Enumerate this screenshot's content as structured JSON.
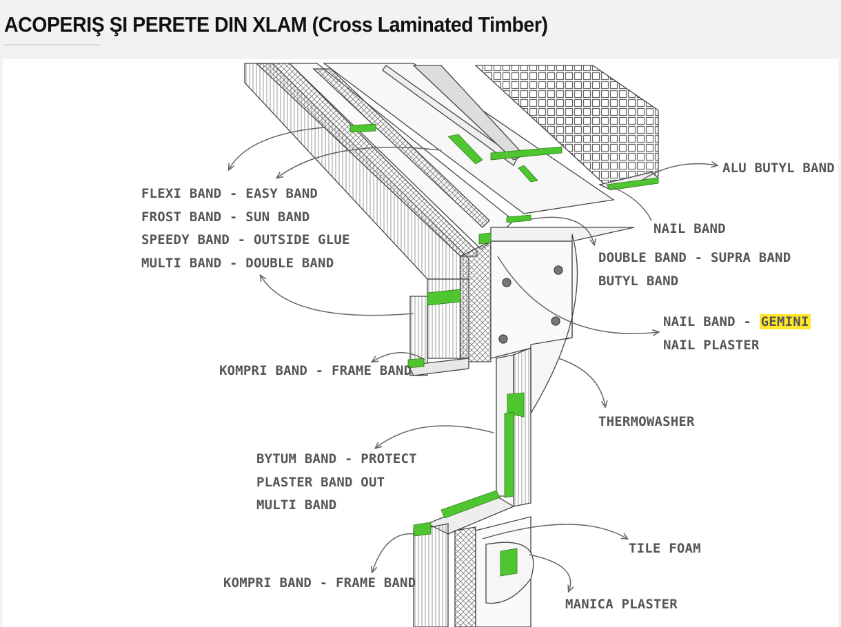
{
  "title": "ACOPERIŞ ŞI PERETE DIN XLAM (Cross Laminated Timber)",
  "labels": {
    "alu_butyl": [
      "ALU BUTYL BAND"
    ],
    "flexi_group": [
      "FLEXI BAND - EASY BAND",
      "FROST BAND - SUN BAND",
      "SPEEDY BAND - OUTSIDE GLUE",
      "MULTI BAND - DOUBLE BAND"
    ],
    "nail_band": [
      "NAIL BAND"
    ],
    "double_band": [
      "DOUBLE BAND - SUPRA BAND",
      "BUTYL BAND"
    ],
    "nail_band_gemini": {
      "prefix": "NAIL BAND - ",
      "highlight": "GEMINI",
      "line2": "NAIL PLASTER"
    },
    "kompri_top": [
      "KOMPRI BAND - FRAME BAND"
    ],
    "thermowasher": [
      "THERMOWASHER"
    ],
    "bytum_group": [
      "BYTUM BAND - PROTECT",
      "PLASTER BAND OUT",
      "MULTI BAND"
    ],
    "tile_foam": [
      "TILE FOAM"
    ],
    "kompri_bottom": [
      "KOMPRI BAND - FRAME BAND"
    ],
    "manica_plaster": [
      "MANICA PLASTER"
    ]
  },
  "colors": {
    "tape_green": "#4fc530",
    "highlight": "#ffe629",
    "line": "#555555",
    "label": "#555555"
  }
}
